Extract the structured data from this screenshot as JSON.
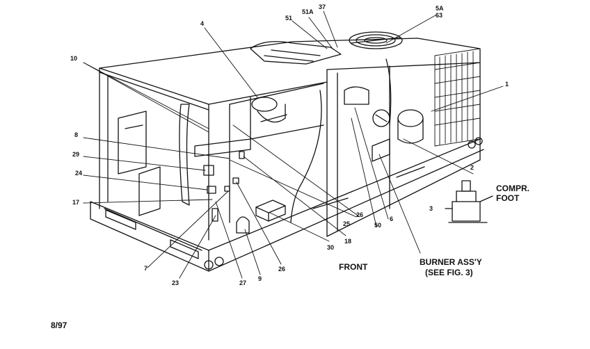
{
  "callouts": {
    "c1": "1",
    "c2": "2",
    "c3": "3",
    "c4": "4",
    "c5a_63": [
      "5A",
      "63"
    ],
    "c6": "6",
    "c7": "7",
    "c8": "8",
    "c9": "9",
    "c10": "10",
    "c17": "17",
    "c18": "18",
    "c23": "23",
    "c24": "24",
    "c25": "25",
    "c26a": "26",
    "c26b": "26",
    "c27": "27",
    "c29": "29",
    "c30": "30",
    "c37": "37",
    "c50": "50",
    "c51": "51",
    "c51a": "51A"
  },
  "texts": {
    "front": "FRONT",
    "burner_line1": "BURNER ASS'Y",
    "burner_line2": "(SEE FIG. 3)",
    "compr_line1": "COMPR.",
    "compr_line2": "FOOT",
    "date": "8/97"
  }
}
